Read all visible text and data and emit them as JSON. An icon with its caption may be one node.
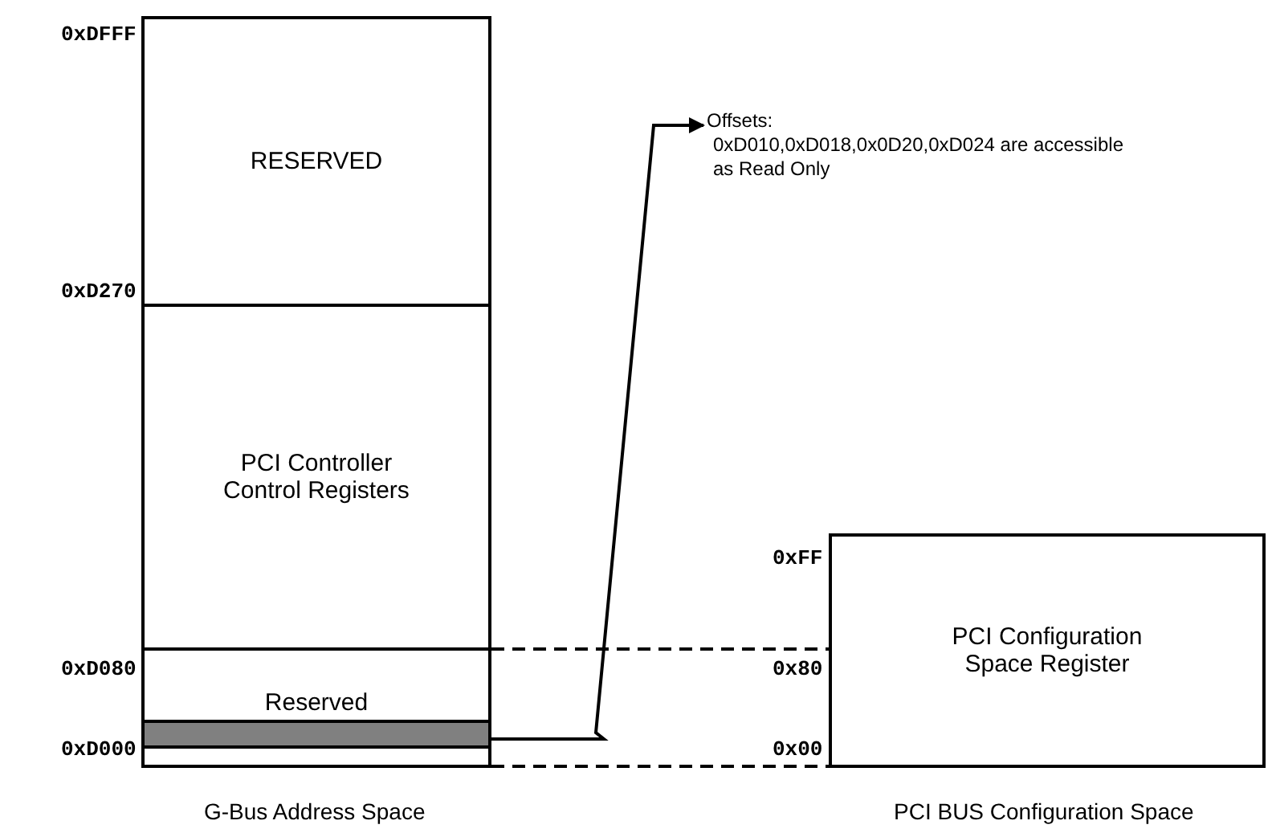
{
  "diagram": {
    "nodes": [
      {
        "text": [
          "RESERVED"
        ]
      },
      {
        "text": [
          "PCI Controller Control Registers"
        ]
      },
      {
        "text": [
          "Reserved"
        ]
      },
      {
        "text": [],
        "shape": "bar",
        "in": 2
      },
      {
        "text": [
          "Offsets:",
          "0xD010,0xD018,0x0D20,0xD024 are accessible as Read Only"
        ]
      },
      {
        "text": [
          "PCI Configuration Space Register"
        ]
      }
    ],
    "edges": [
      {
        "from": 3,
        "to": 4,
        "arrow": "to"
      },
      {
        "from": 2,
        "to": 5,
        "arrow": "none",
        "style": "dashed"
      },
      {
        "from": 2,
        "to": 5,
        "arrow": "none",
        "style": "dashed"
      }
    ],
    "labels": [
      "0xDFFF",
      "0xD270",
      "0xFF",
      "0xD080",
      "0x80",
      "0xD000",
      "0x00",
      "G-Bus Address Space",
      "PCI BUS Configuration Space"
    ]
  }
}
